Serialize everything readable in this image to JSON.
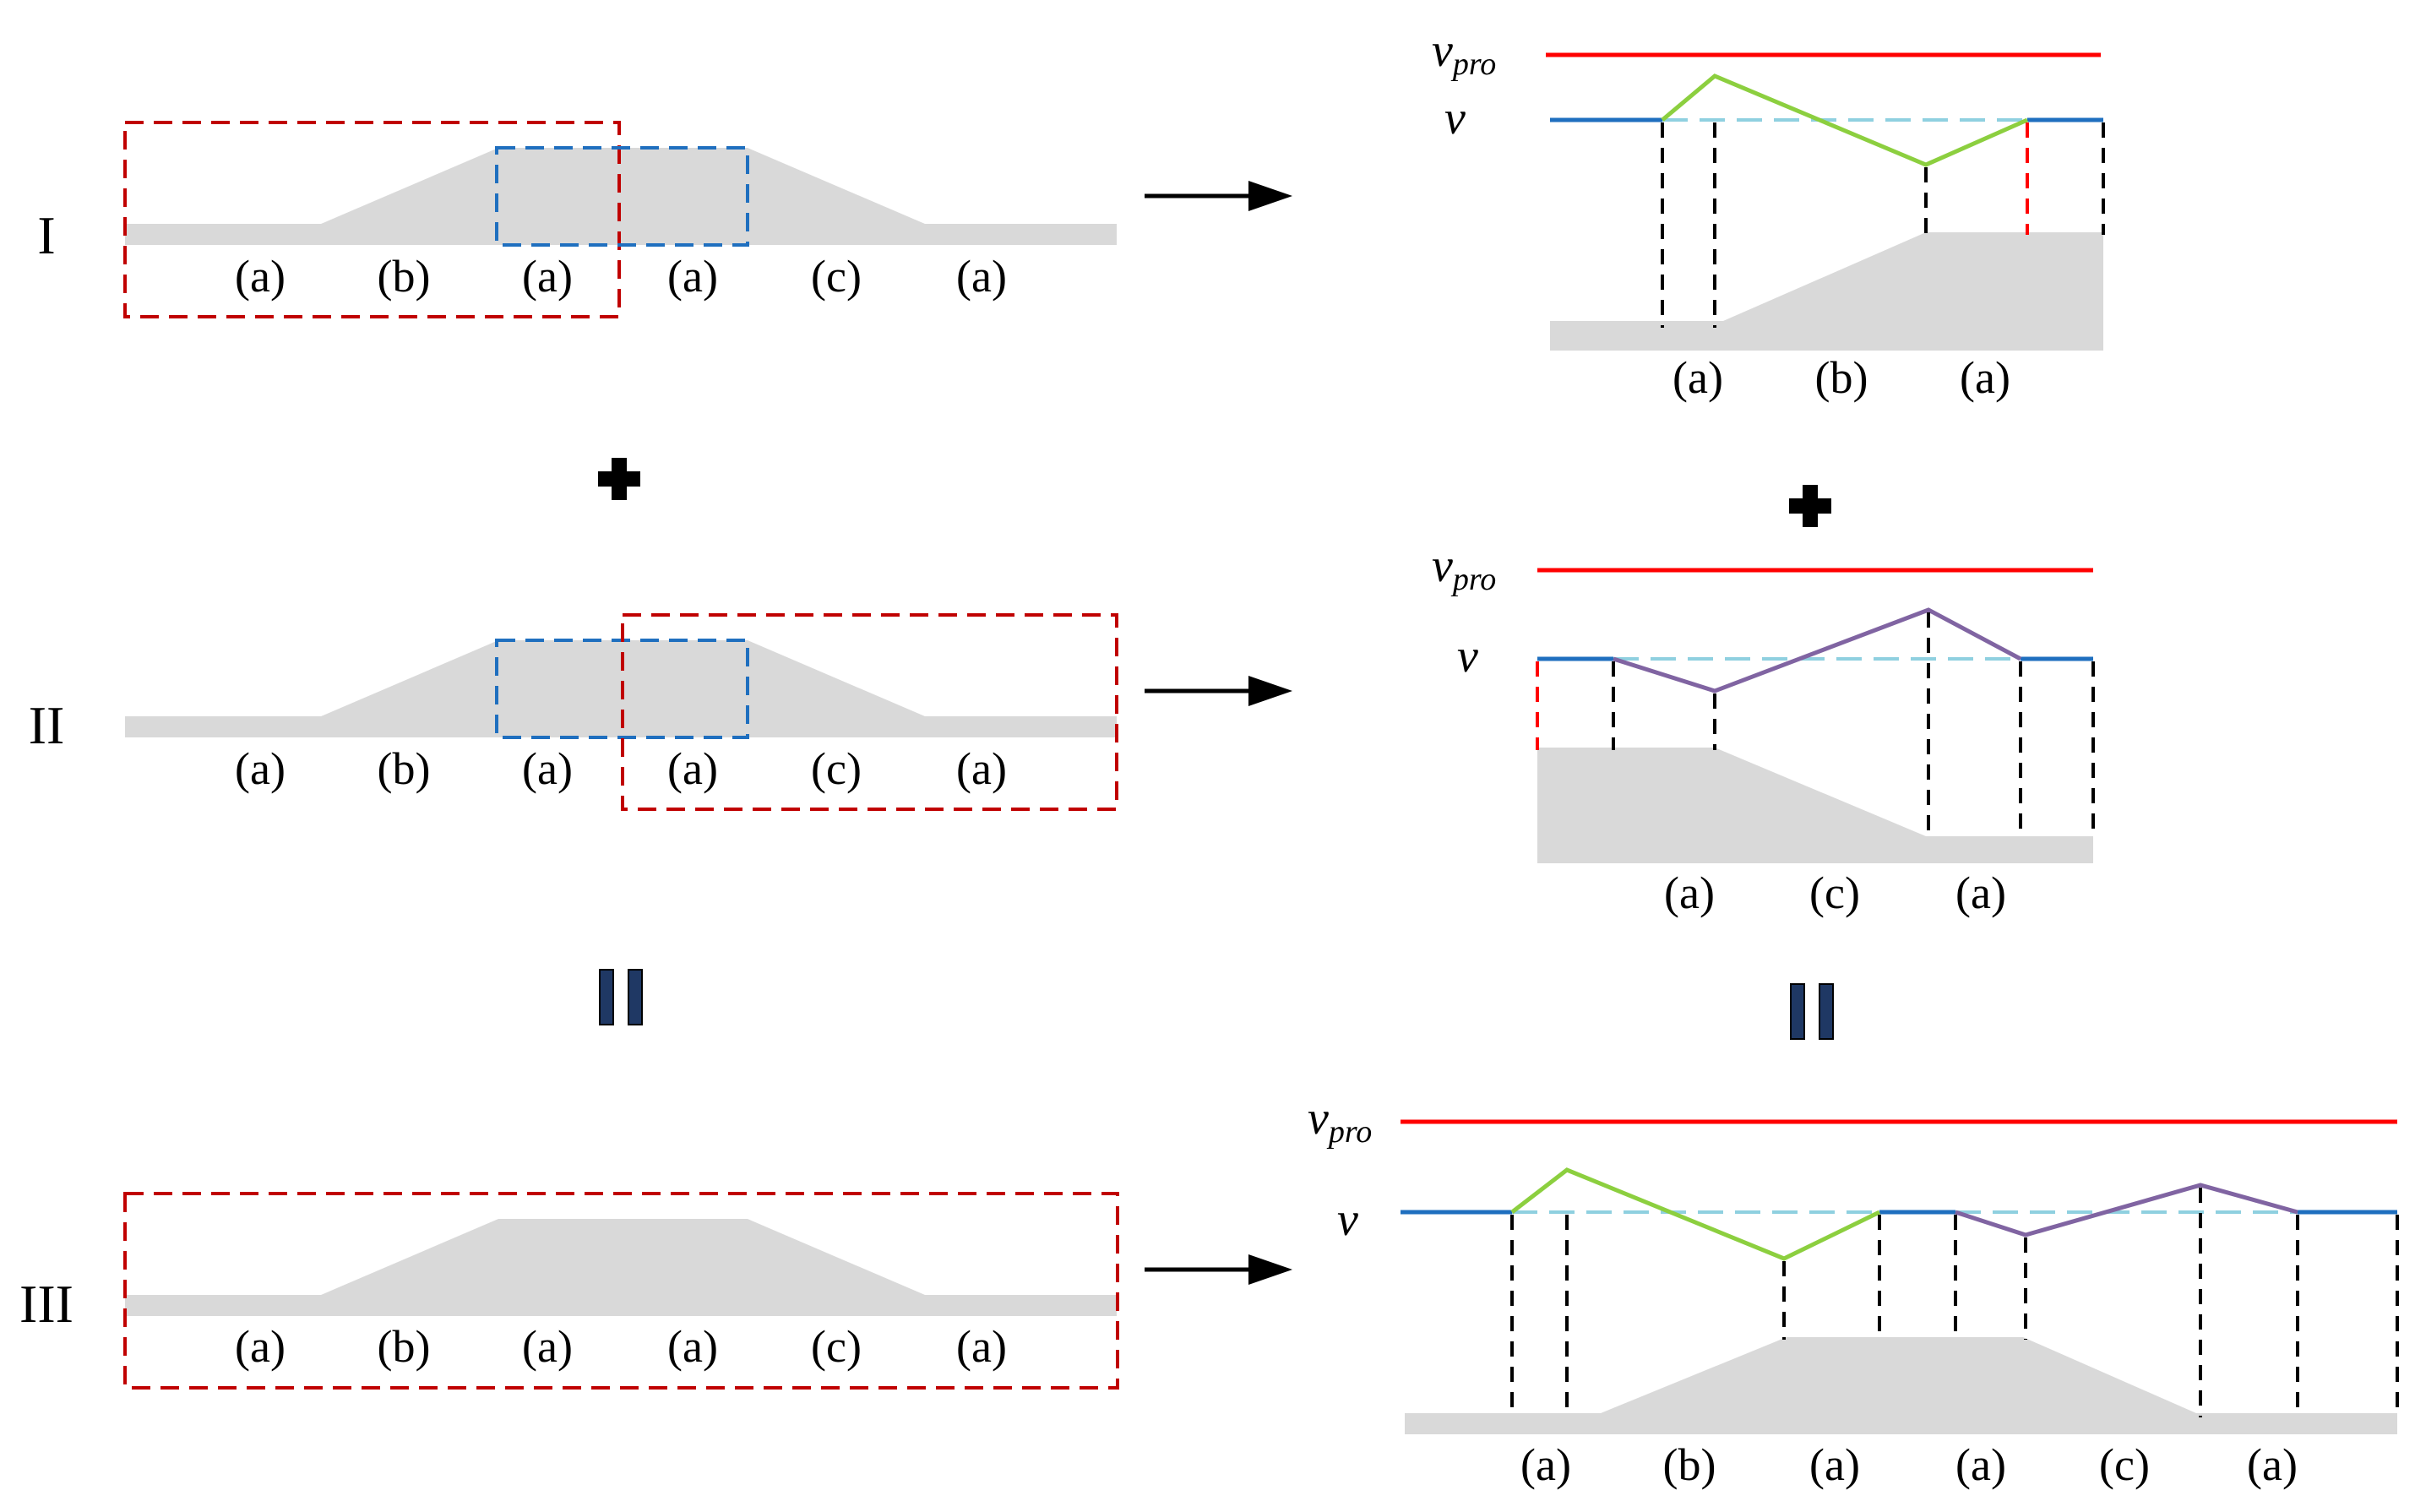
{
  "colors": {
    "ground": "#d9d9d9",
    "red_box": "#c00000",
    "blue_box": "#1f6fbf",
    "vpro_line": "#ff0000",
    "v_line": "#1f6fbf",
    "v_dashed": "#8fd0e0",
    "green_profile": "#8ccf3f",
    "purple_profile": "#8064a2",
    "dashed_vertical": "#000000",
    "red_vertical": "#ff0000",
    "equals_sign": "#1f3864"
  },
  "rows": [
    {
      "roman": "I",
      "segments": [
        "(a)",
        "(b)",
        "(a)",
        "(a)",
        "(c)",
        "(a)"
      ],
      "right_segments": [
        "(a)",
        "(b)",
        "(a)"
      ],
      "profile": "green"
    },
    {
      "roman": "II",
      "segments": [
        "(a)",
        "(b)",
        "(a)",
        "(a)",
        "(c)",
        "(a)"
      ],
      "right_segments": [
        "(a)",
        "(c)",
        "(a)"
      ],
      "profile": "purple"
    },
    {
      "roman": "III",
      "segments": [
        "(a)",
        "(b)",
        "(a)",
        "(a)",
        "(c)",
        "(a)"
      ],
      "right_segments": [
        "(a)",
        "(b)",
        "(a)",
        "(a)",
        "(c)",
        "(a)"
      ],
      "profile": "green+purple"
    }
  ],
  "labels": {
    "v_pro_main": "v",
    "v_pro_sub": "pro",
    "v": "v"
  },
  "operators": {
    "plus": "plus-icon",
    "equals": "equals-icon",
    "arrow": "right-arrow-icon"
  }
}
